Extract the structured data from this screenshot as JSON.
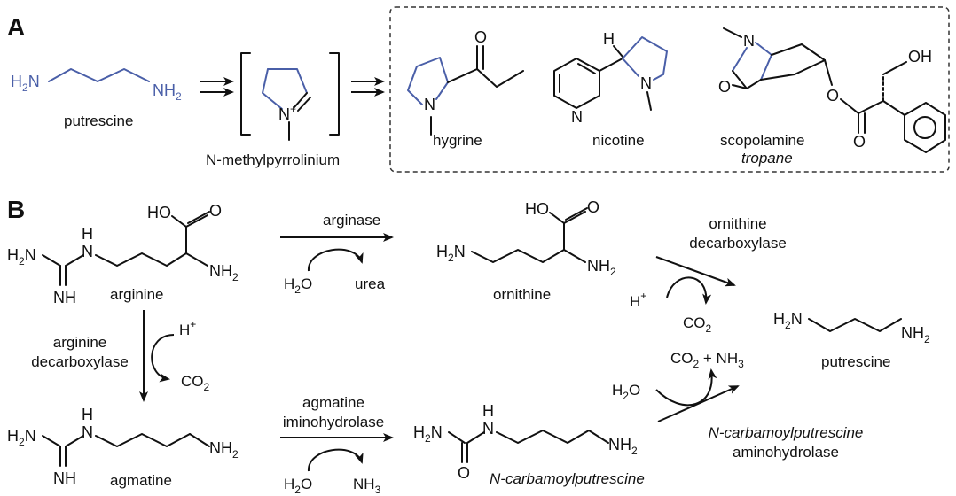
{
  "panelA": {
    "label": "A",
    "putrescine": "putrescine",
    "intermediate": "N-methylpyrrolinium",
    "products": {
      "hygrine": "hygrine",
      "nicotine": "nicotine",
      "scopolamine": "scopolamine",
      "tropane": "tropane"
    }
  },
  "panelB": {
    "label": "B",
    "compounds": {
      "arginine": "arginine",
      "ornithine": "ornithine",
      "agmatine": "agmatine",
      "carbamoylputrescine": "N-carbamoylputrescine",
      "putrescine": "putrescine"
    },
    "enzymes": {
      "arginase": "arginase",
      "arginine_decarboxylase_1": "arginine",
      "arginine_decarboxylase_2": "decarboxylase",
      "ornithine_decarboxylase_1": "ornithine",
      "ornithine_decarboxylase_2": "decarboxylase",
      "agmatine_iminohydrolase_1": "agmatine",
      "agmatine_iminohydrolase_2": "iminohydrolase",
      "carbamoylputrescine_aminohydrolase_1": "N-carbamoylputrescine",
      "carbamoylputrescine_aminohydrolase_2": "aminohydrolase"
    },
    "cosubstrates": {
      "water": "H2O",
      "urea": "urea",
      "proton": "H+",
      "co2": "CO2",
      "ammonia": "NH3",
      "co2_nh3": "CO2 + NH3"
    }
  },
  "colors": {
    "highlight": "#4a5fa8",
    "ink": "#111111",
    "box_dash": "#333333"
  }
}
